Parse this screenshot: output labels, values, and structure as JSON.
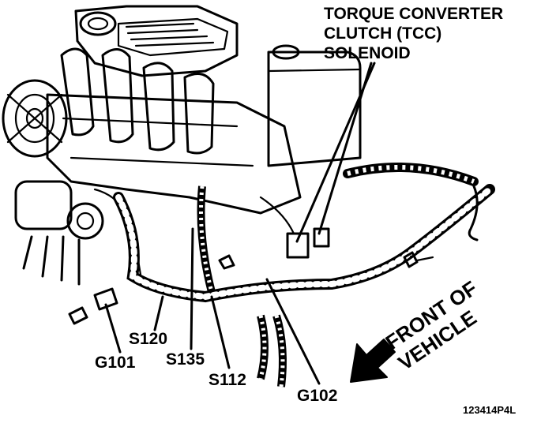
{
  "callouts": {
    "tcc_line1": "TORQUE CONVERTER",
    "tcc_line2": "CLUTCH (TCC)",
    "tcc_line3": "SOLENOID",
    "s120": "S120",
    "g101": "G101",
    "s135": "S135",
    "s112": "S112",
    "g102": "G102"
  },
  "direction": {
    "line1": "FRONT OF",
    "line2": "VEHICLE"
  },
  "figure_code": "123414P4L"
}
